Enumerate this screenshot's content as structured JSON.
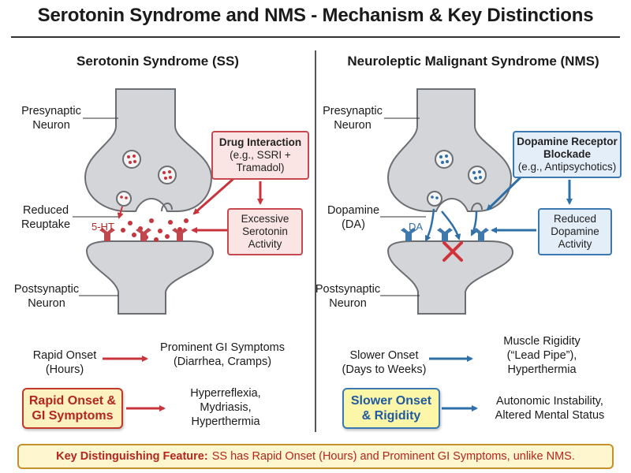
{
  "title": "Serotonin Syndrome and NMS - Mechanism & Key Distinctions",
  "ss": {
    "heading": "Serotonin Syndrome (SS)",
    "presynaptic": [
      "Presynaptic",
      "Neuron"
    ],
    "reduced_reuptake": [
      "Reduced",
      "Reuptake"
    ],
    "nt_label": "5-HT",
    "postsynaptic": [
      "Postsynaptic",
      "Neuron"
    ],
    "drug_box": {
      "title": "Drug Interaction",
      "lines": [
        "(e.g., SSRI +",
        "Tramadol)"
      ]
    },
    "effect_box": {
      "lines": [
        "Excessive",
        "Serotonin",
        "Activity"
      ]
    },
    "onset": [
      "Rapid Onset",
      "(Hours)"
    ],
    "onset_result": [
      "Prominent GI Symptoms",
      "(Diarrhea, Cramps)"
    ],
    "highlight": [
      "Rapid Onset &",
      "GI Symptoms"
    ],
    "signs": [
      "Hyperreflexia,",
      "Mydriasis,",
      "Hyperthermia"
    ]
  },
  "nms": {
    "heading": "Neuroleptic Malignant Syndrome (NMS)",
    "presynaptic": [
      "Presynaptic",
      "Neuron"
    ],
    "nt_side_label": [
      "Dopamine",
      "(DA)"
    ],
    "nt_label": "DA",
    "postsynaptic": [
      "Postsynaptic",
      "Neuron"
    ],
    "drug_box": {
      "title_lines": [
        "Dopamine Receptor",
        "Blockade"
      ],
      "lines": [
        "(e.g., Antipsychotics)"
      ]
    },
    "effect_box": {
      "lines": [
        "Reduced",
        "Dopamine",
        "Activity"
      ]
    },
    "onset": [
      "Slower Onset",
      "(Days to Weeks)"
    ],
    "onset_result": [
      "Muscle Rigidity",
      "(“Lead Pipe”),",
      "Hyperthermia"
    ],
    "highlight": [
      "Slower Onset",
      "& Rigidity"
    ],
    "signs": [
      "Autonomic Instability,",
      "Altered Mental Status"
    ]
  },
  "key": {
    "label": "Key Distinguishing Feature:",
    "text": "SS has Rapid Onset (Hours) and Prominent GI Symptoms, unlike NMS."
  },
  "colors": {
    "ss_accent": "#c8484f",
    "nms_accent": "#3c78b0",
    "neuron_fill": "#d3d5d8",
    "neuron_stroke": "#6b6e72"
  }
}
